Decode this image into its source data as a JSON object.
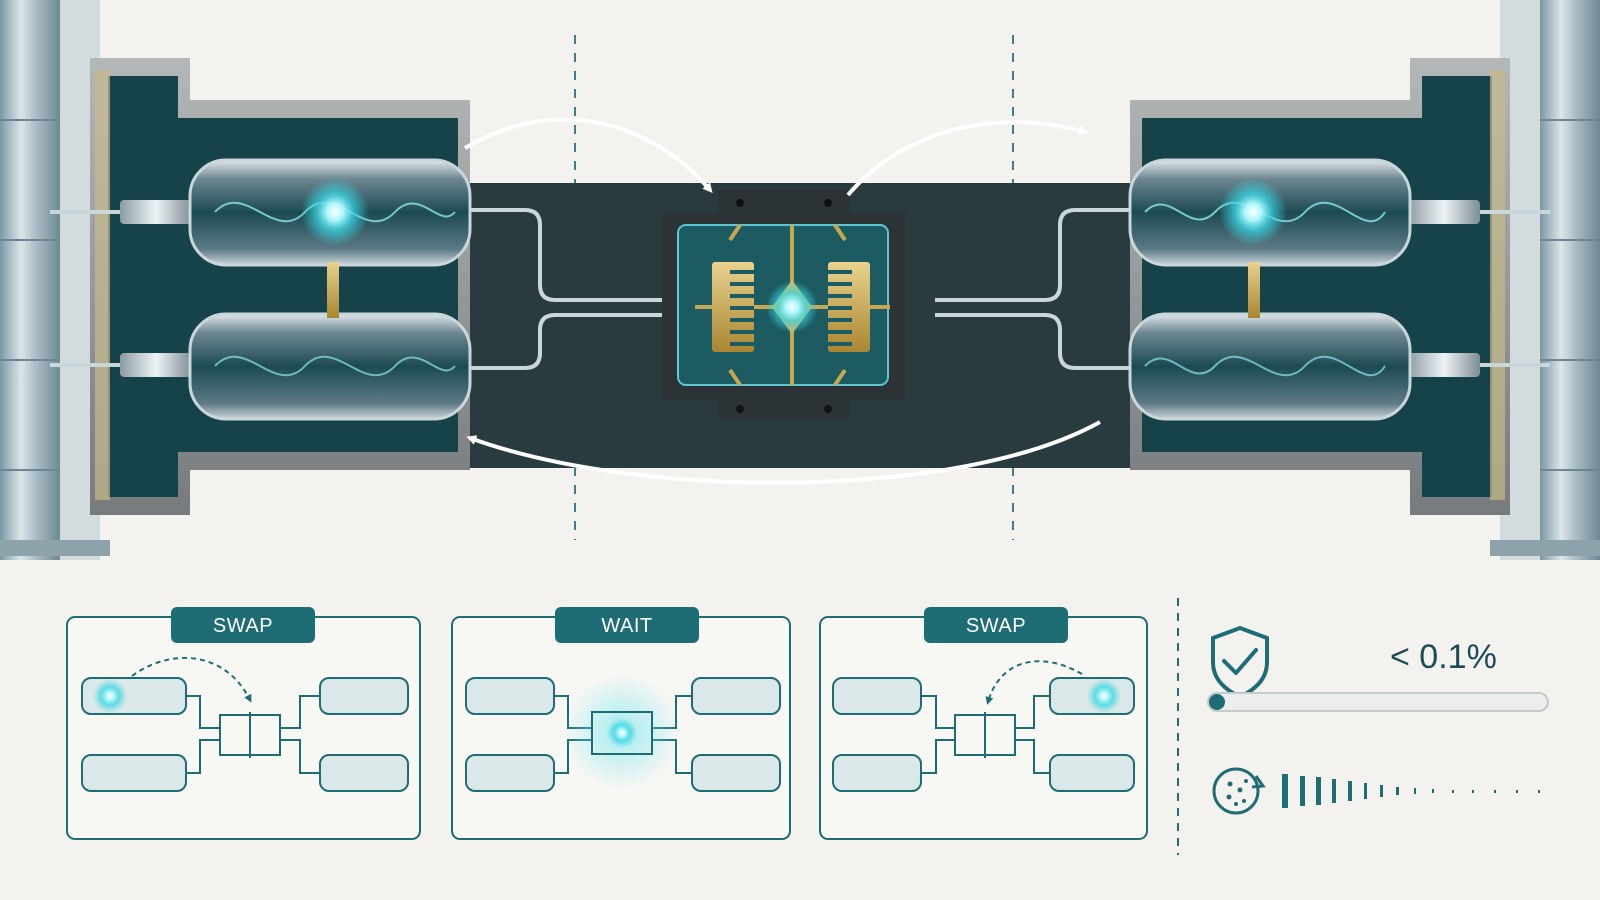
{
  "steps": [
    {
      "label": "SWAP"
    },
    {
      "label": "WAIT"
    },
    {
      "label": "SWAP"
    }
  ],
  "metrics": {
    "error_rate": "< 0.1%",
    "fidelity_fraction": 0.03
  },
  "colors": {
    "accent_teal": "#1e6d75",
    "glow_cyan": "#5fe6ee",
    "dark_panel": "#16434a",
    "gold": "#c8a84e",
    "steel": "#9fb3bd"
  },
  "icons": [
    "shield-check-icon",
    "decay-dots-icon",
    "qubit-glow-icon",
    "coupler-chip-icon",
    "transfer-arrow-icon"
  ]
}
